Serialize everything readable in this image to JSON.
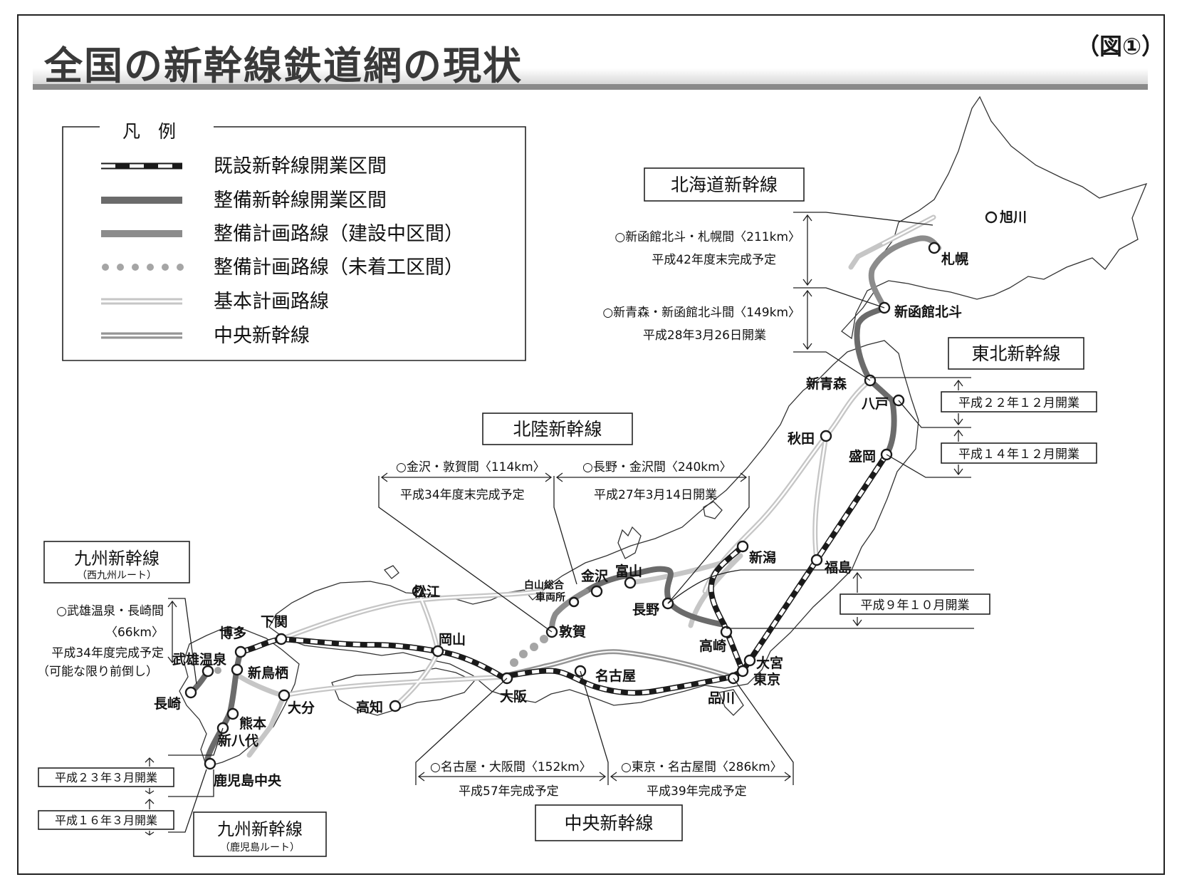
{
  "title": "全国の新幹線鉄道網の現状",
  "figure_label": "（図①）",
  "legend": {
    "title": "凡　例",
    "items": [
      {
        "label": "既設新幹線開業区間",
        "style": "dashed-black"
      },
      {
        "label": "整備新幹線開業区間",
        "style": "thick-dark-gray"
      },
      {
        "label": "整備計画路線（建設中区間）",
        "style": "thick-mid-gray"
      },
      {
        "label": "整備計画路線（未着工区間）",
        "style": "dotted-gray"
      },
      {
        "label": "基本計画路線",
        "style": "double-light-gray"
      },
      {
        "label": "中央新幹線",
        "style": "double-mid-gray"
      }
    ]
  },
  "colors": {
    "existing": "#1a1a1a",
    "seibi_open": "#6b6b6b",
    "construction": "#8c8c8c",
    "planned": "#a5a5a5",
    "basic": "#c6c6c6",
    "chuo": "#959595"
  },
  "lines": {
    "hokkaido": "北海道新幹線",
    "tohoku": "東北新幹線",
    "hokuriku": "北陸新幹線",
    "kyushu_west": "九州新幹線",
    "kyushu_west_sub": "（西九州ルート）",
    "kyushu_kagoshima": "九州新幹線",
    "kyushu_kagoshima_sub": "（鹿児島ルート）",
    "chuo": "中央新幹線"
  },
  "notes": {
    "hokkaido_sapporo_1": "○新函館北斗・札幌間〈211km〉",
    "hokkaido_sapporo_2": "平成42年度末完成予定",
    "hokkaido_aomori_1": "○新青森・新函館北斗間〈149km〉",
    "hokkaido_aomori_2": "平成28年3月26日開業",
    "tohoku_h22": "平成２２年１２月開業",
    "tohoku_h14": "平成１４年１２月開業",
    "joetsu_h9": "平成９年１０月開業",
    "hokuriku_tsuruga_1": "○金沢・敦賀間〈114km〉",
    "hokuriku_tsuruga_2": "平成34年度末完成予定",
    "hokuriku_kanazawa_1": "○長野・金沢間〈240km〉",
    "hokuriku_kanazawa_2": "平成27年3月14日開業",
    "kyushu_nagasaki_1": "○武雄温泉・長崎間",
    "kyushu_nagasaki_2": "〈66km〉",
    "kyushu_nagasaki_3": "平成34年度完成予定",
    "kyushu_nagasaki_4": "（可能な限り前倒し）",
    "kyushu_h23": "平成２３年３月開業",
    "kyushu_h16": "平成１６年３月開業",
    "chuo_osaka_1": "○名古屋・大阪間〈152km〉",
    "chuo_osaka_2": "平成57年完成予定",
    "chuo_tokyo_1": "○東京・名古屋間〈286km〉",
    "chuo_tokyo_2": "平成39年完成予定"
  },
  "stations": {
    "asahikawa": "旭川",
    "sapporo": "札幌",
    "shinhakodate": "新函館北斗",
    "shinaomori": "新青森",
    "hachinohe": "八戸",
    "akita": "秋田",
    "morioka": "盛岡",
    "niigata": "新潟",
    "fukushima": "福島",
    "takasaki": "高崎",
    "omiya": "大宮",
    "tokyo": "東京",
    "shinagawa": "品川",
    "nagano": "長野",
    "toyama": "富山",
    "kanazawa": "金沢",
    "hakusan": "白山総合",
    "hakusan2": "車両所",
    "tsuruga": "敦賀",
    "nagoya": "名古屋",
    "osaka": "大阪",
    "okayama": "岡山",
    "matsue": "松江",
    "kochi": "高知",
    "shimonoseki": "下関",
    "hakata": "博多",
    "takeo": "武雄温泉",
    "nagasaki": "長崎",
    "shintosu": "新鳥栖",
    "oita": "大分",
    "kumamoto": "熊本",
    "shinyatsushiro": "新八代",
    "kagoshima": "鹿児島中央"
  }
}
